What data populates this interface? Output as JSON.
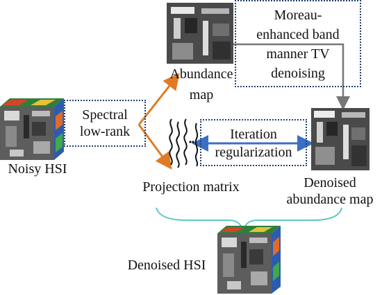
{
  "noisy_hsi": {
    "label": "Noisy HSI"
  },
  "spectral": {
    "line1": "Spectral",
    "line2": "low-rank"
  },
  "abundance": {
    "line1": "Abundance",
    "line2": "map"
  },
  "moreau": {
    "line1": "Moreau-",
    "line2": "enhanced band",
    "line3": "manner TV",
    "line4": "denoising"
  },
  "projection": {
    "label": "Projection matrix"
  },
  "iteration": {
    "line1": "Iteration",
    "line2": "regularization"
  },
  "denoised_abundance": {
    "line1": "Denoised",
    "line2": "abundance map"
  },
  "denoised_hsi": {
    "label": "Denoised HSI"
  },
  "colors": {
    "orange": "#e07b24",
    "blue": "#3b6fc4",
    "gray": "#777777",
    "teal": "#5fc9c2",
    "box": "#1f3f6e"
  }
}
